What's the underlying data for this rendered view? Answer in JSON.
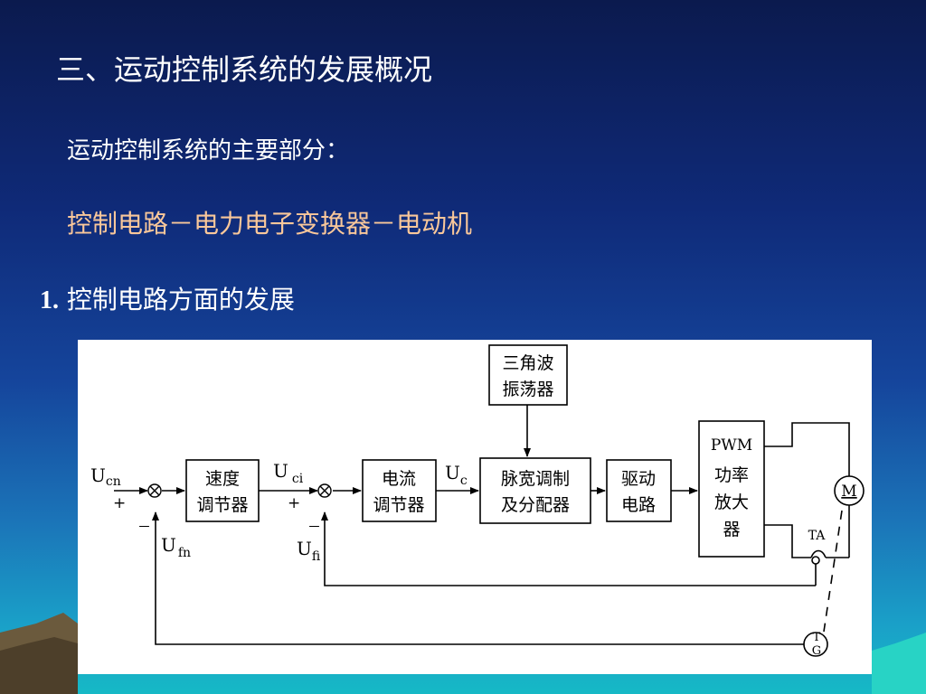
{
  "slide": {
    "title": "三、运动控制系统的发展概况",
    "subtitle": "运动控制系统的主要部分：",
    "chain": "控制电路－电力电子变换器－电动机",
    "section_number": "1.",
    "section_title": " 控制电路方面的发展"
  },
  "diagram": {
    "blocks": {
      "triangle_osc": [
        "三角波",
        "振荡器"
      ],
      "speed_reg": [
        "速度",
        "调节器"
      ],
      "current_reg": [
        "电流",
        "调节器"
      ],
      "pwm_mod": [
        "脉宽调制",
        "及分配器"
      ],
      "driver": [
        "驱动",
        "电路"
      ],
      "pwm_amp": [
        "PWM",
        "功率",
        "放大",
        "器"
      ]
    },
    "signals": {
      "ucn_main": "U",
      "ucn_sub": "cn",
      "uci_main": "U",
      "uci_sub": "ci",
      "uc_main": "U",
      "uc_sub": "c",
      "ufn_main": "U",
      "ufn_sub": "fn",
      "ufi_main": "U",
      "ufi_sub": "fi",
      "plus": "+",
      "minus": "－"
    },
    "components": {
      "motor": "M",
      "current_sensor": "TA",
      "tacho_t": "T",
      "tacho_g": "G"
    }
  }
}
